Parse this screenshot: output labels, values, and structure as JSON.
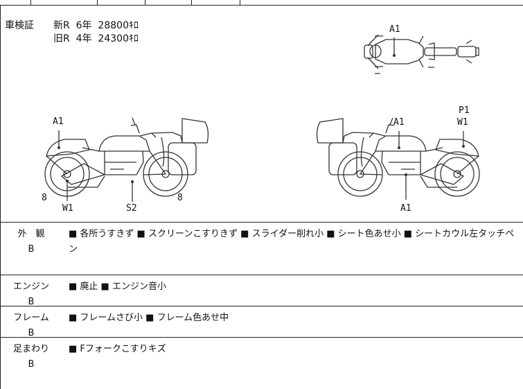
{
  "inspection": {
    "label": "車検証",
    "line1": "新R  6年  28800ｷﾛ",
    "line2": "旧R  4年  24300ｷﾛ"
  },
  "damage_marks": {
    "top_view": [
      "A1"
    ],
    "left_view": [
      "A1",
      "8",
      "W1",
      "S2",
      "8"
    ],
    "right_view": [
      "P1",
      "W1",
      "A1",
      "A1"
    ]
  },
  "sections": [
    {
      "category": "外　観",
      "grade": "B",
      "notes": "■ 各所うすきず ■ スクリーンこすりきず ■ スライダー削れ小 ■ シート色あせ小 ■ シートカウル左タッチペン"
    },
    {
      "category": "エンジン",
      "grade": "B",
      "notes": "■ 廃止 ■ エンジン音小"
    },
    {
      "category": "フレーム",
      "grade": "B",
      "notes": "■ フレームさび小 ■ フレーム色あせ中"
    },
    {
      "category": "足まわり",
      "grade": "B",
      "notes": "■ Fフォークこすりキズ"
    }
  ]
}
